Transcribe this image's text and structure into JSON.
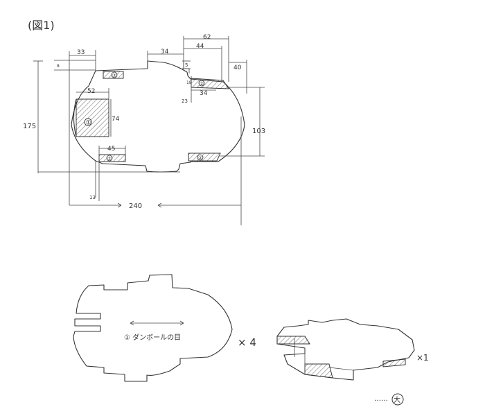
{
  "figure": {
    "label": "(図1)"
  },
  "dimensions": {
    "d33": "33",
    "d34": "34",
    "d44": "44",
    "d62": "62",
    "d40": "40",
    "d8": "8",
    "d5": "5",
    "d18": "18",
    "d34b": "34",
    "d23": "23",
    "d52": "52",
    "d74": "74",
    "d45": "45",
    "d175": "175",
    "d103": "103",
    "d240": "240",
    "d13": "13"
  },
  "parts": {
    "p1_main": "①",
    "p2_top": "②",
    "p2_bottom": "②",
    "p2_rtop": "②",
    "p2_rbottom": "②"
  },
  "lower": {
    "grain_label": "① ダンボールの目",
    "qty_flat": "× 4",
    "qty_3d": "×1",
    "signature": "大",
    "signature_dots": "……"
  }
}
